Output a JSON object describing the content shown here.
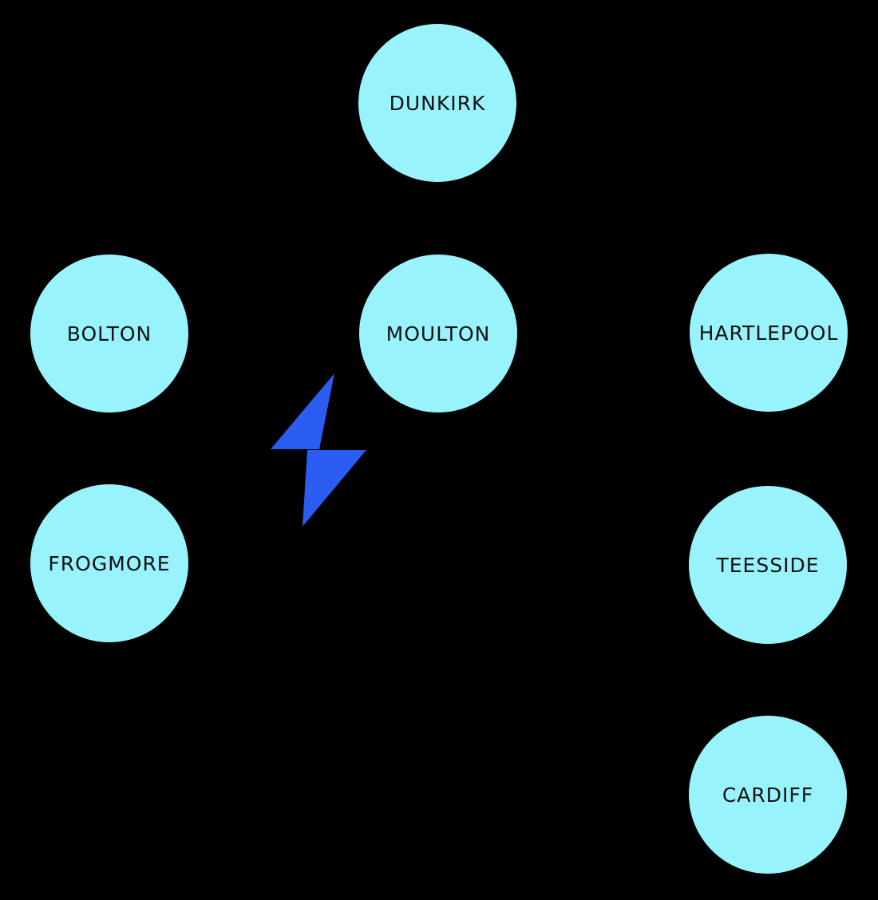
{
  "diagram": {
    "type": "network-graph",
    "colors": {
      "background": "#000000",
      "node_fill": "#99f3fc",
      "node_text": "#111111",
      "bolt": "#2b5df2"
    },
    "nodes": [
      {
        "id": "dunkirk",
        "label": "DUNKIRK"
      },
      {
        "id": "bolton",
        "label": "BOLTON"
      },
      {
        "id": "moulton",
        "label": "MOULTON"
      },
      {
        "id": "hartlepool",
        "label": "HARTLEPOOL"
      },
      {
        "id": "frogmore",
        "label": "FROGMORE"
      },
      {
        "id": "teesside",
        "label": "TEESSIDE"
      },
      {
        "id": "cardiff",
        "label": "CARDIFF"
      }
    ],
    "edges": [],
    "icons": [
      {
        "name": "lightning-bolt",
        "meaning": "power/disruption symbol between left nodes and MOULTON"
      }
    ]
  }
}
